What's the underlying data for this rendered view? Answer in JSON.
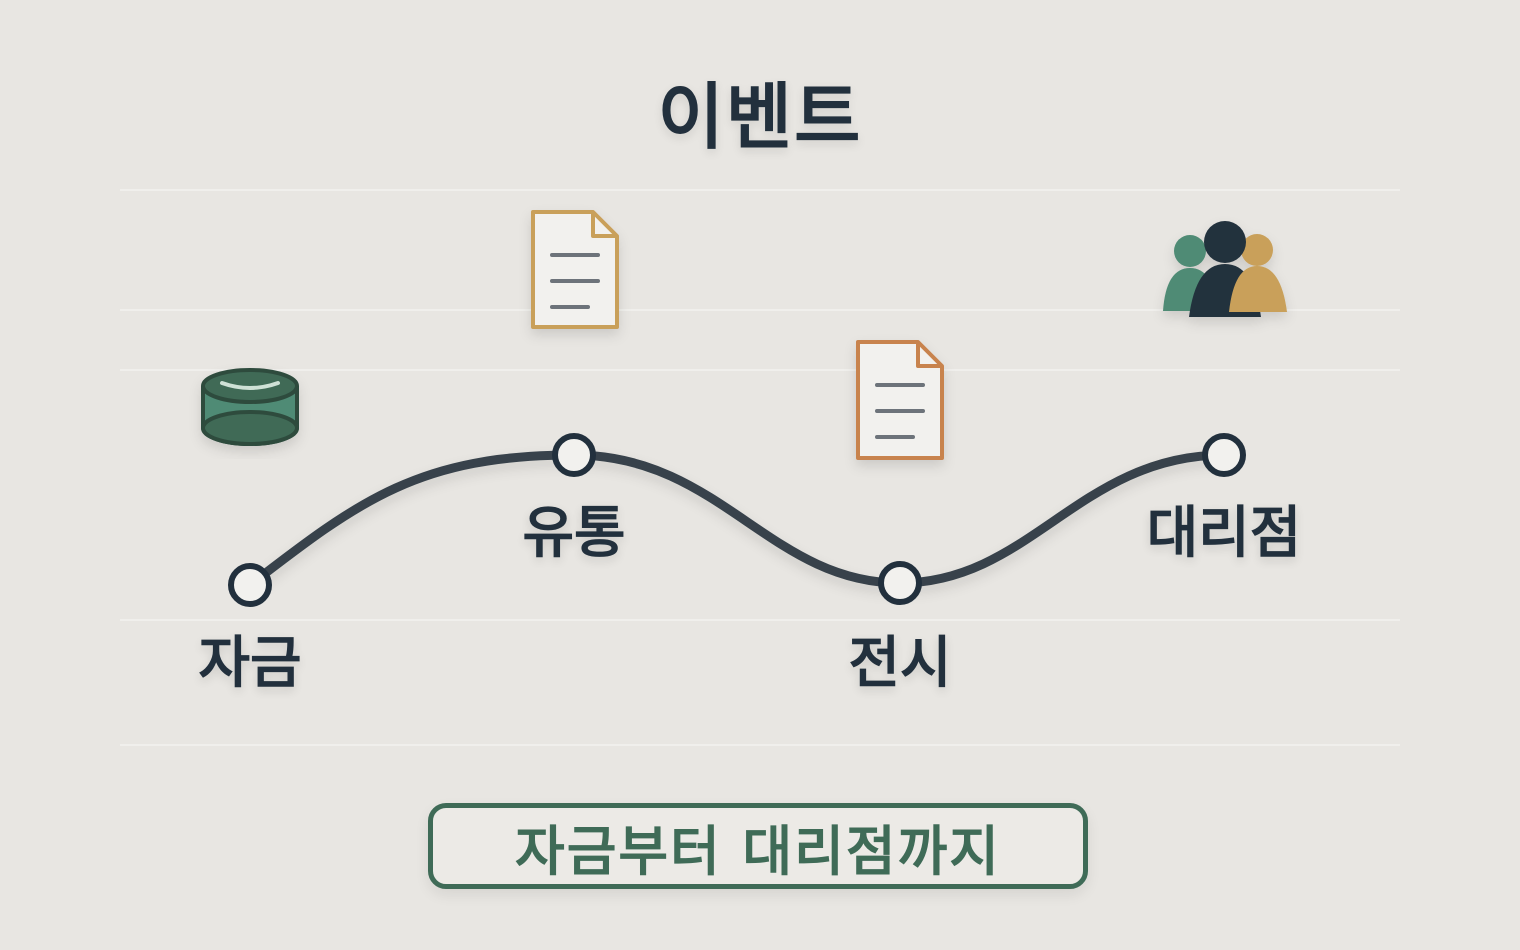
{
  "title": "이벤트",
  "stages": [
    {
      "label": "자금",
      "icon": "coin-stack-icon"
    },
    {
      "label": "유통",
      "icon": "document-icon"
    },
    {
      "label": "전시",
      "icon": "document-icon"
    },
    {
      "label": "대리점",
      "icon": "people-group-icon"
    }
  ],
  "caption": "자금부터 대리점까지",
  "colors": {
    "ink": "#22303d",
    "line": "#37424b",
    "green": "#3f6b57",
    "gold": "#c9a05a",
    "orange": "#c8834e",
    "teal": "#4f8b74"
  }
}
